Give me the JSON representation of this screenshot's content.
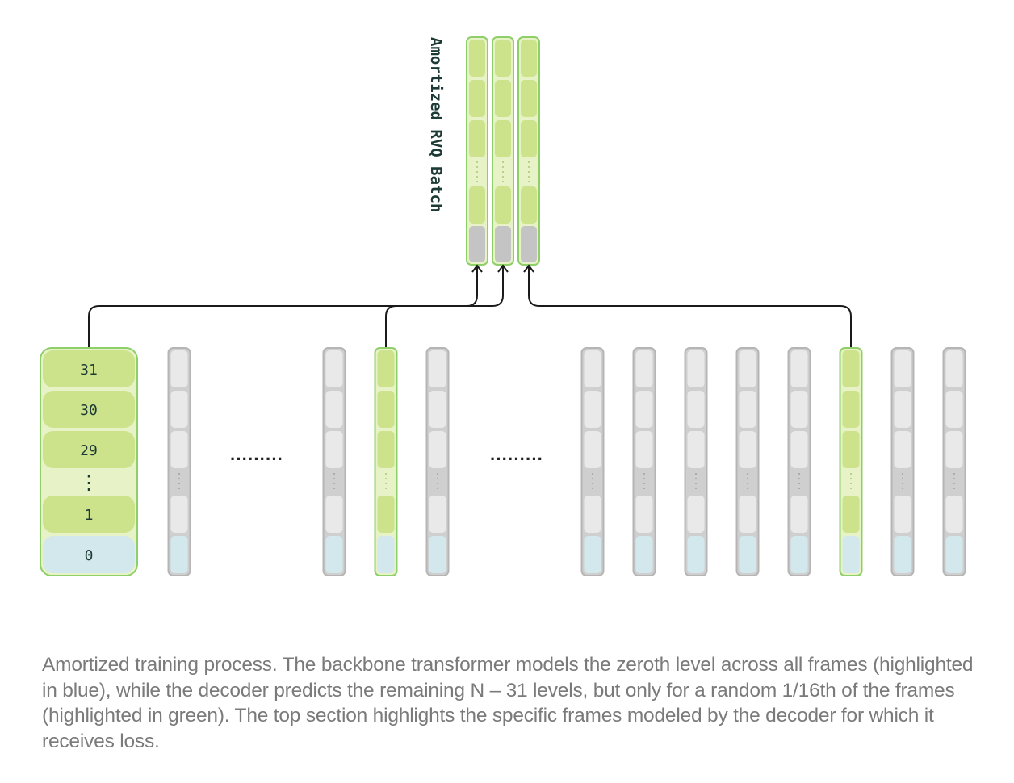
{
  "batch_label": "Amortized RVQ Batch",
  "level_labels": {
    "top": "31",
    "second": "30",
    "third": "29",
    "dots": "⋮",
    "level_one": "1",
    "zero": "0"
  },
  "gap_dots": "·········",
  "caption": "Amortized training process. The backbone transformer models the zeroth level across all frames (highlighted in blue), while the decoder predicts the remaining N – 31 levels, but only for a random 1/16th of the frames (highlighted in green). The top section highlights the specific frames modeled by the decoder for which it receives loss.",
  "colors": {
    "green_fill": "#d4e89a",
    "green_cell": "#cde38b",
    "green_mid": "#e7f2c6",
    "green_border": "#8fcf6a",
    "gray_fill": "#e9e9e9",
    "gray_border": "#b5b5b5",
    "gray_mid": "#cfcfcf",
    "blue_fill": "#d3e8ec",
    "line": "#1a1a1a",
    "label_text": "#1e3a36",
    "caption_text": "#7a7a7a"
  }
}
